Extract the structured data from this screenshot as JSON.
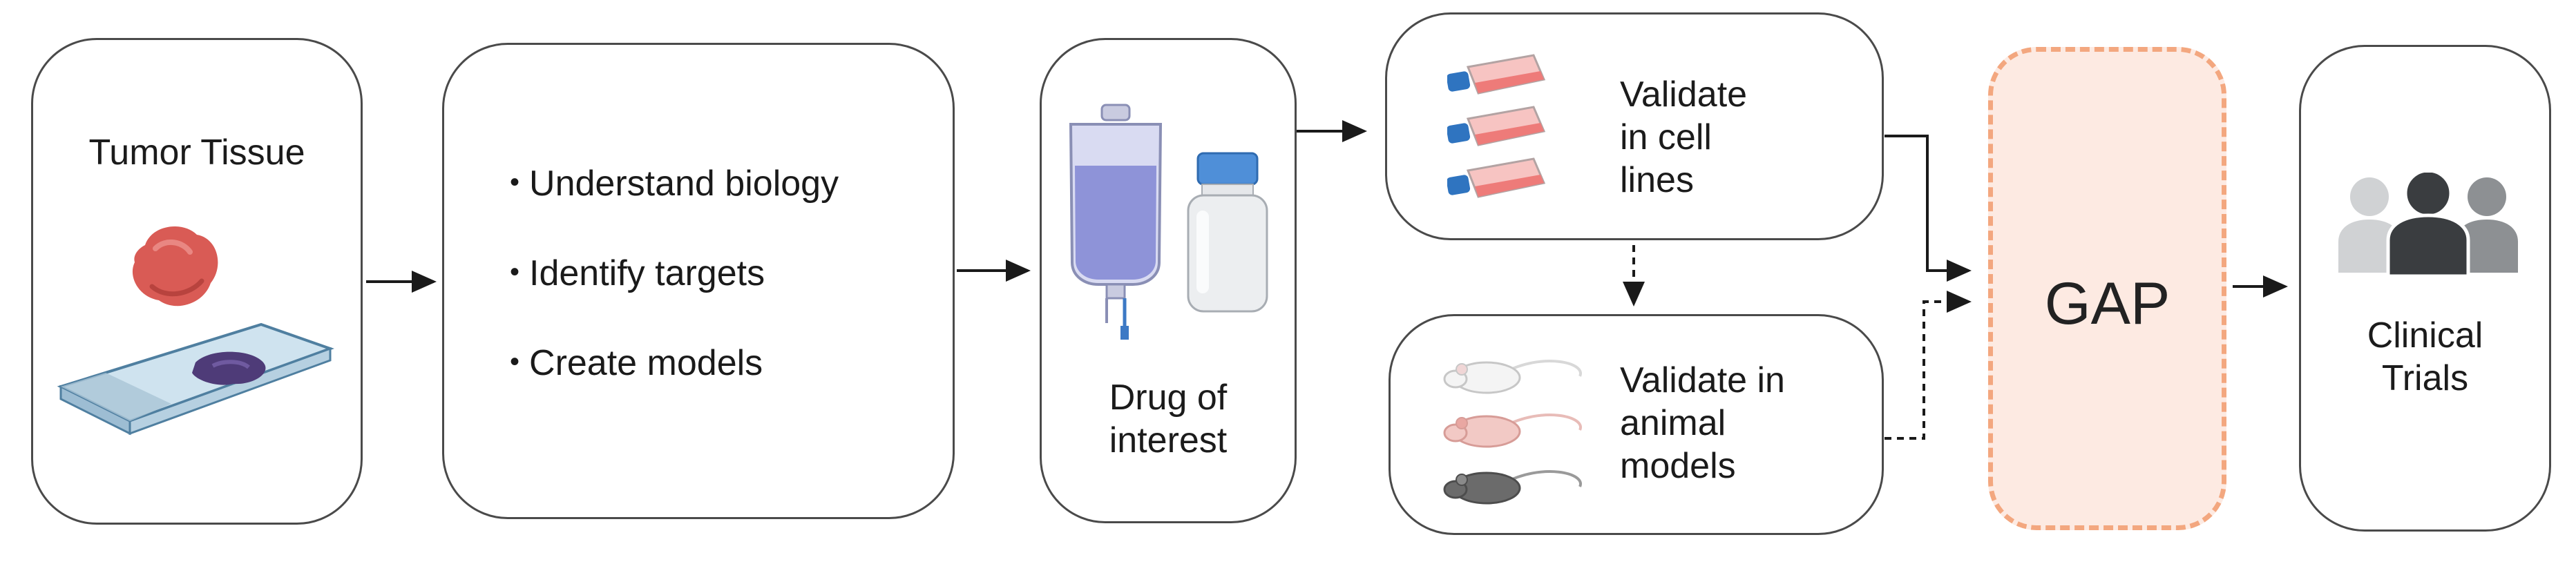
{
  "nodes": {
    "tumor": {
      "label": "Tumor Tissue"
    },
    "biology": {
      "items": [
        "Understand biology",
        "Identify targets",
        "Create models"
      ]
    },
    "drug": {
      "label": "Drug of interest"
    },
    "cell_lines": {
      "label": "Validate in cell lines"
    },
    "animal": {
      "label": "Validate in animal models"
    },
    "gap": {
      "label": "GAP"
    },
    "clinical": {
      "label": "Clinical Trials"
    }
  },
  "colors": {
    "box_border": "#4a4a4a",
    "gap_border": "#f3a77f",
    "gap_fill": "#fdeae2",
    "arrow": "#1a1a1a",
    "tumor": "#d95b55",
    "iv_bag": "#8e93d8",
    "cell_flask_media": "#ee7b79"
  },
  "icons": [
    "tumor-tissue-icon",
    "microscope-slide-icon",
    "iv-bag-icon",
    "bottle-icon",
    "cell-flask-icon",
    "mouse-icon",
    "people-group-icon"
  ]
}
